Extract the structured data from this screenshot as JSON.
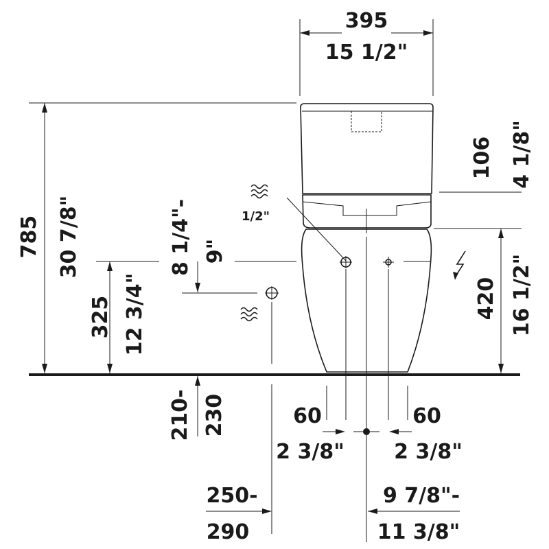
{
  "dimensions": {
    "tank_width_mm": "395",
    "tank_width_in": "15 1/2\"",
    "total_height_mm": "785",
    "total_height_in": "30 7/8\"",
    "lid_height_mm": "106",
    "lid_height_in": "4 1/8\"",
    "seat_height_mm": "420",
    "seat_height_in": "16 1/2\"",
    "water_supply_left_mm": "325",
    "water_supply_left_in": "12 3/4\"",
    "water_supply_right_in_top": "8 1/4\"-",
    "water_supply_right_in_bottom": "9\"",
    "floor_below_mm_top": "210-",
    "floor_below_mm_bottom": "230",
    "offset_left_mm": "60",
    "offset_left_in": "2 3/8\"",
    "offset_right_mm": "60",
    "offset_right_in": "2 3/8\"",
    "wall_left_mm_top": "250-",
    "wall_left_mm_bottom": "290",
    "wall_right_in_top": "9 7/8\"-",
    "wall_right_in_bottom": "11 3/8\"",
    "water_size": "1/2\""
  },
  "icons": {
    "water_top": "water-icon",
    "water_left": "water-icon",
    "electric": "electric-icon"
  }
}
